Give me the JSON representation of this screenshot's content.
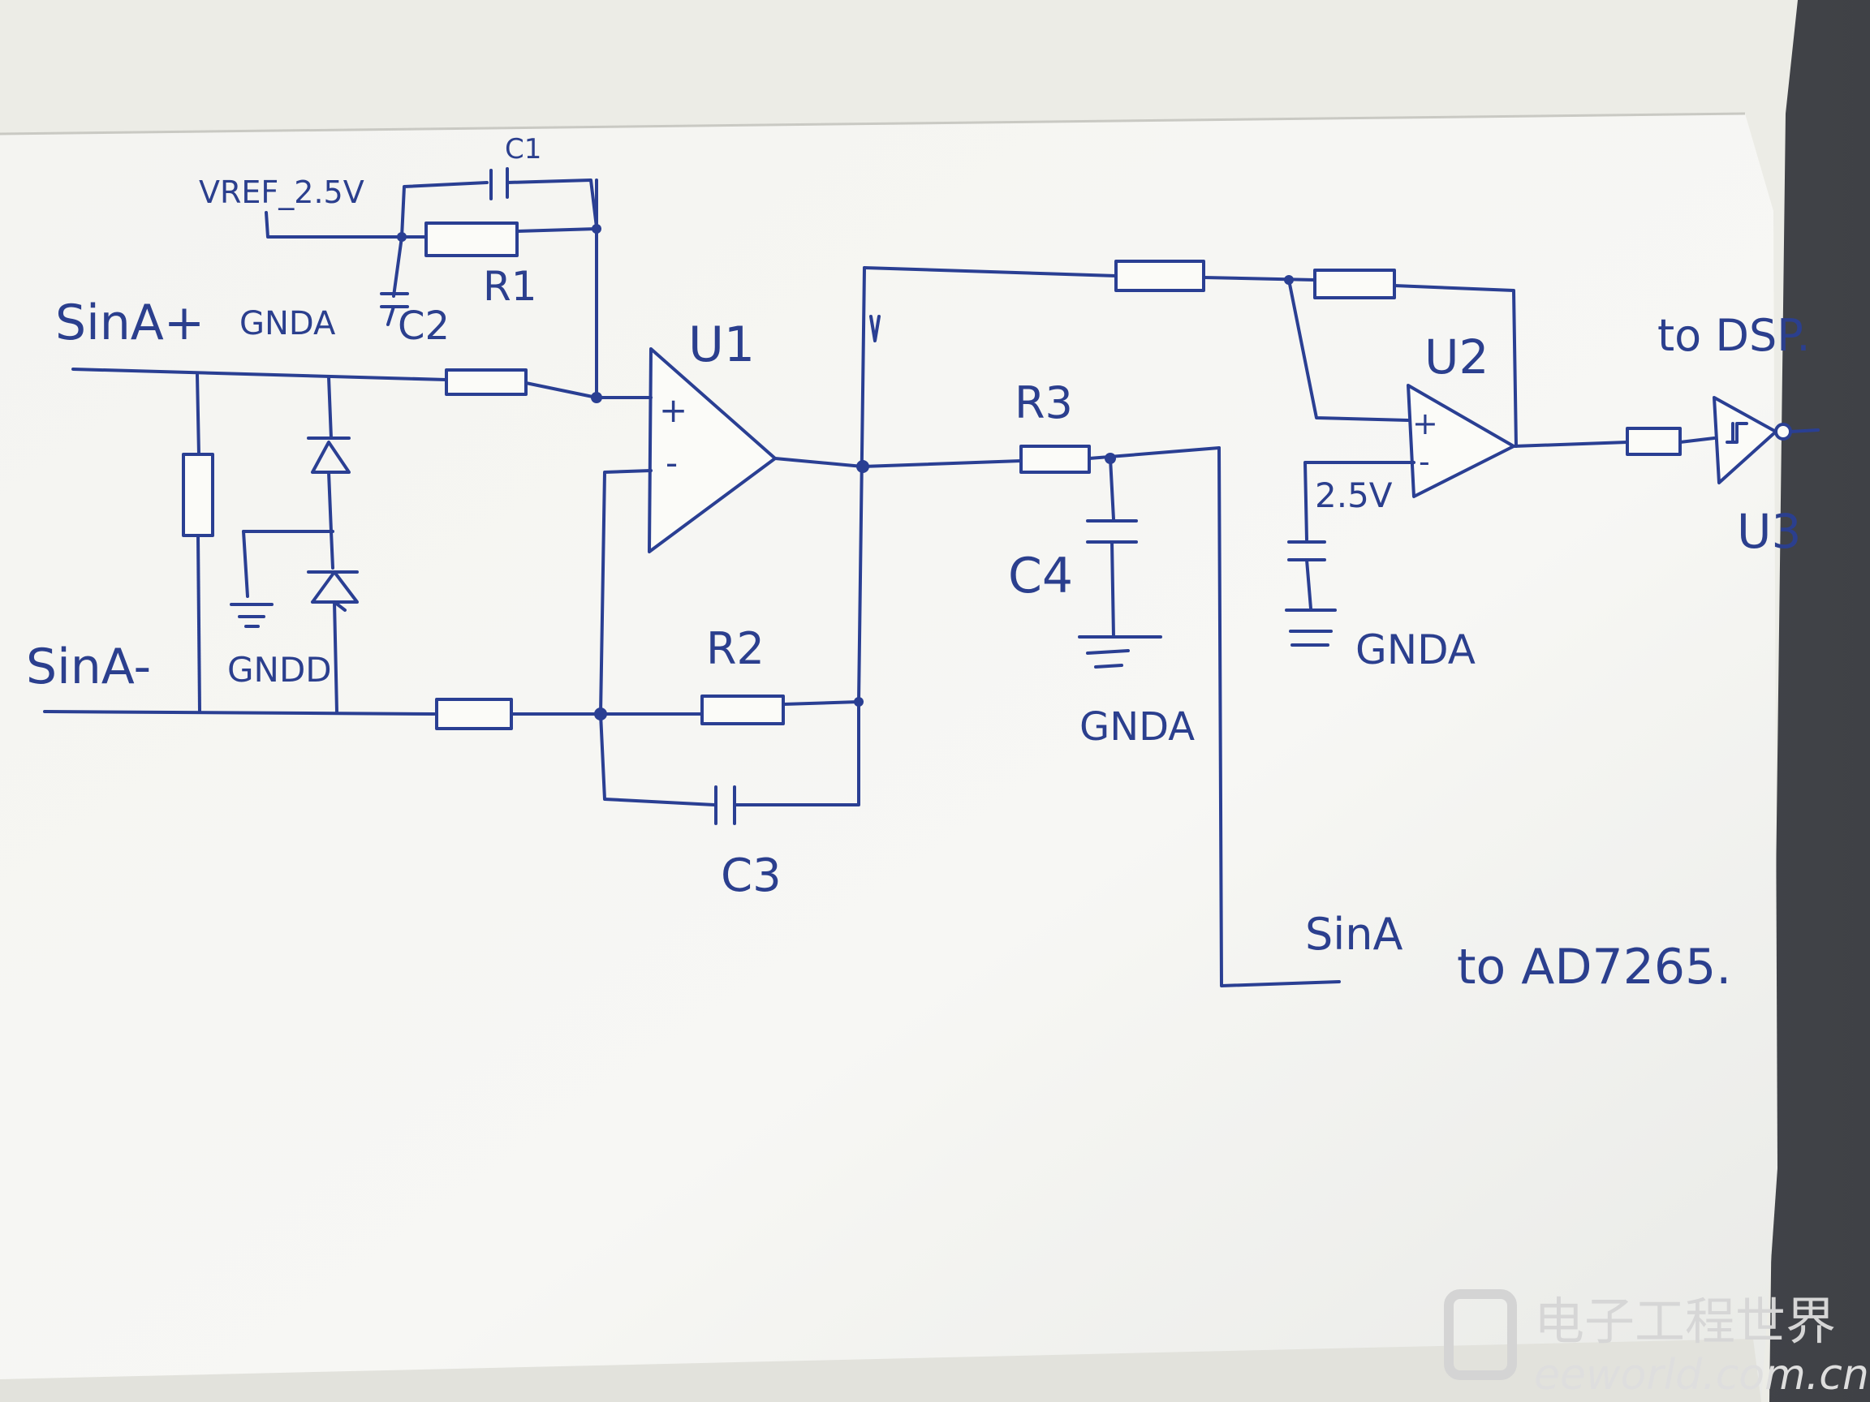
{
  "schematic": {
    "labels": {
      "vref": "VREF_2.5V",
      "c1": "C1",
      "r1": "R1",
      "c2": "C2",
      "gnda_c2": "GNDA",
      "sina_plus": "SinA+",
      "sina_minus": "SinA-",
      "gndd": "GNDD",
      "u1": "U1",
      "r2": "R2",
      "c3": "C3",
      "r3": "R3",
      "c4": "C4",
      "gnda_c4": "GNDA",
      "u2": "U2",
      "vref_u2": "2.5V",
      "gnda_u2": "GNDA",
      "to_dsp": "to DSP.",
      "u3": "U3",
      "sina_out": "SinA",
      "to_adc": "to AD7265."
    }
  },
  "watermark": {
    "cn": "电子工程世界",
    "en": "eeworld.com.cn"
  }
}
